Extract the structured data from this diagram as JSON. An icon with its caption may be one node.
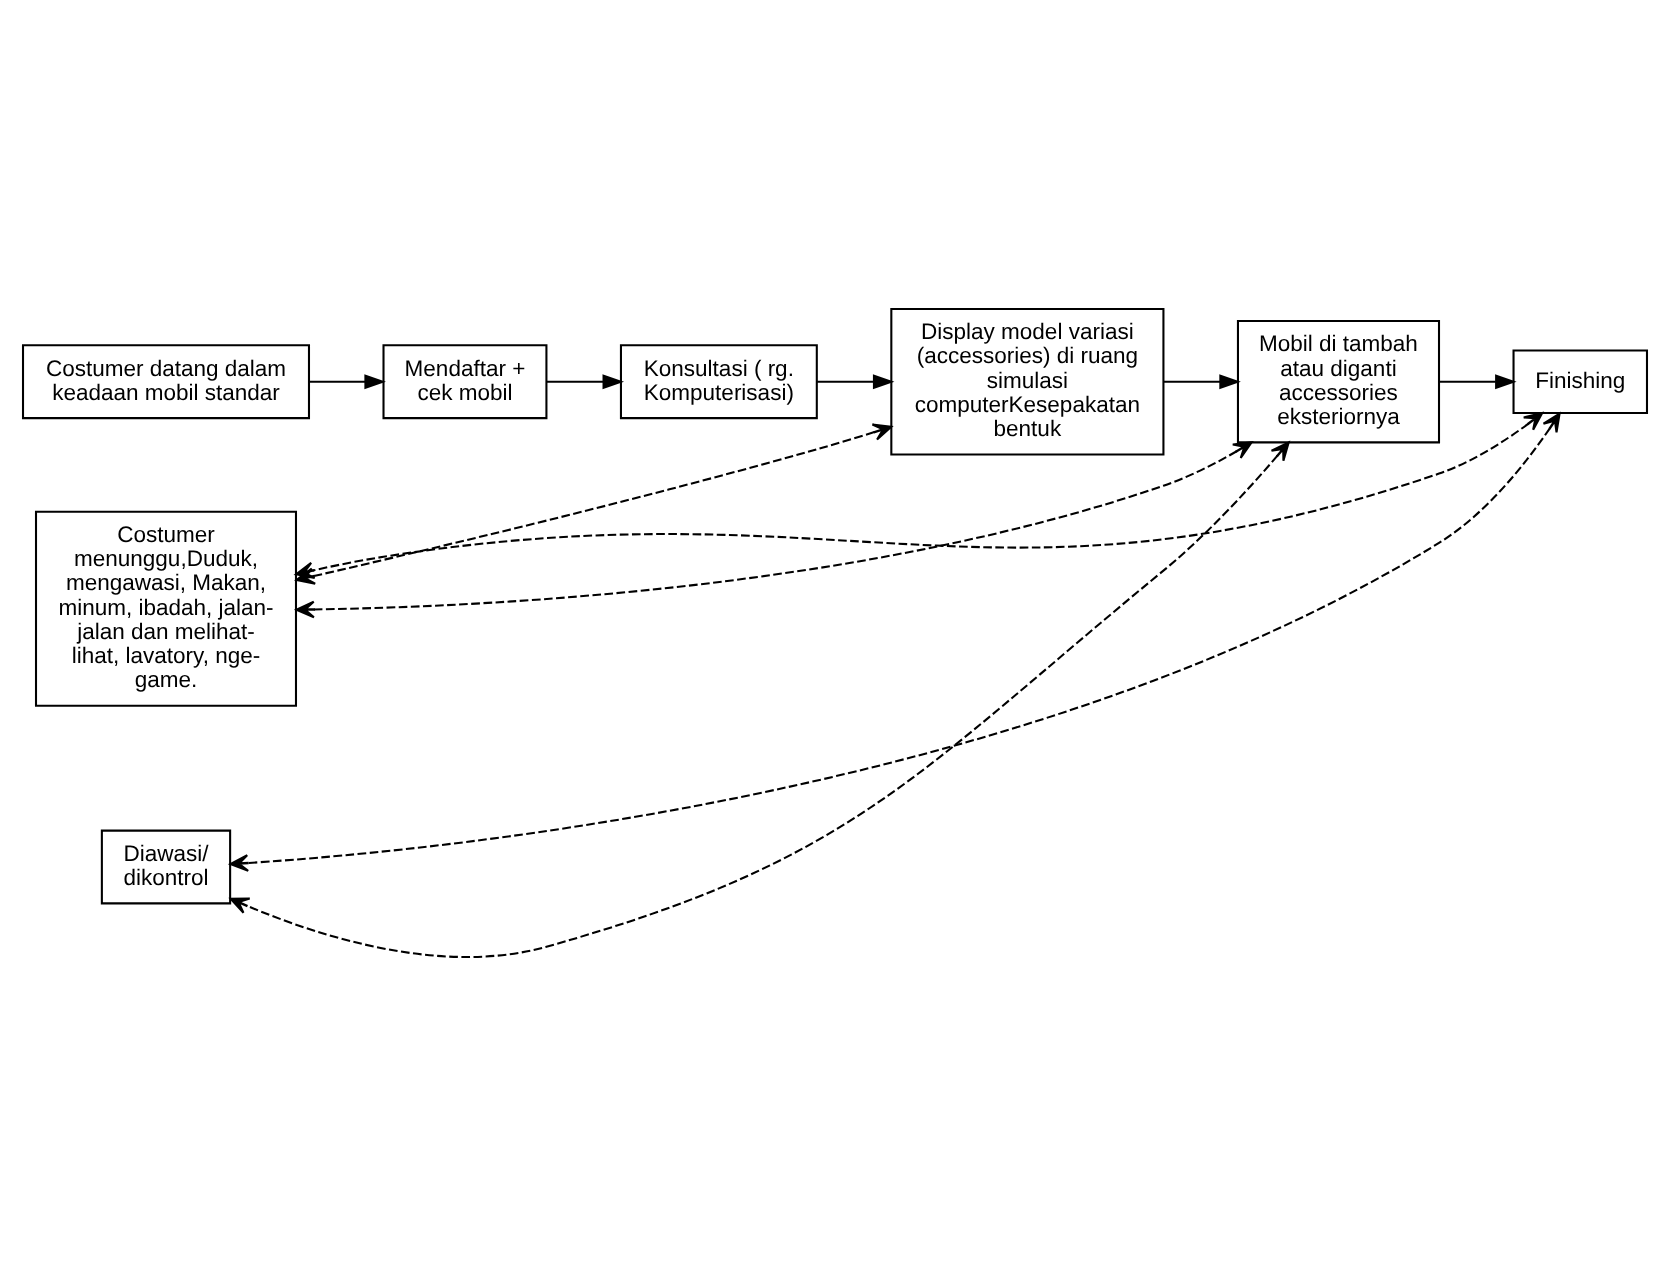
{
  "diagram": {
    "nodes": [
      {
        "text": [
          "Costumer datang dalam keadaan mobil standar"
        ]
      },
      {
        "text": [
          "Mendaftar + cek mobil"
        ]
      },
      {
        "text": [
          "Konsultasi ( rg. Komputerisasi)"
        ]
      },
      {
        "text": [
          "Finishing"
        ]
      },
      {
        "text": [
          "Mobil di tambah atau diganti accessories eksteriornya"
        ]
      },
      {
        "text": [
          "Display model variasi (accessories) di ruang simulasi computerKesepakatan bentuk"
        ]
      },
      {
        "text": [
          "Costumer menunggu,Duduk, mengawasi, Makan, minum, ibadah, jalan-jalan dan melihat-lihat, lavatory, nge-game."
        ]
      },
      {
        "text": [
          "Diawasi/ dikontrol"
        ]
      }
    ],
    "edges": [
      {
        "from": 0,
        "to": 1,
        "arrow": "to"
      },
      {
        "from": 1,
        "to": 2,
        "arrow": "to"
      },
      {
        "from": 2,
        "to": 5,
        "arrow": "to"
      },
      {
        "from": 5,
        "to": 4,
        "arrow": "to"
      },
      {
        "from": 4,
        "to": 3,
        "arrow": "to"
      },
      {
        "from": 5,
        "to": 6,
        "arrow": "both",
        "style": "dashed"
      },
      {
        "from": 3,
        "to": 6,
        "arrow": "both",
        "style": "dashed"
      },
      {
        "from": 3,
        "to": 7,
        "arrow": "both",
        "style": "dashed"
      },
      {
        "from": 4,
        "to": 6,
        "arrow": "both",
        "style": "dashed"
      },
      {
        "from": 4,
        "to": 7,
        "arrow": "both",
        "style": "dashed"
      }
    ]
  }
}
